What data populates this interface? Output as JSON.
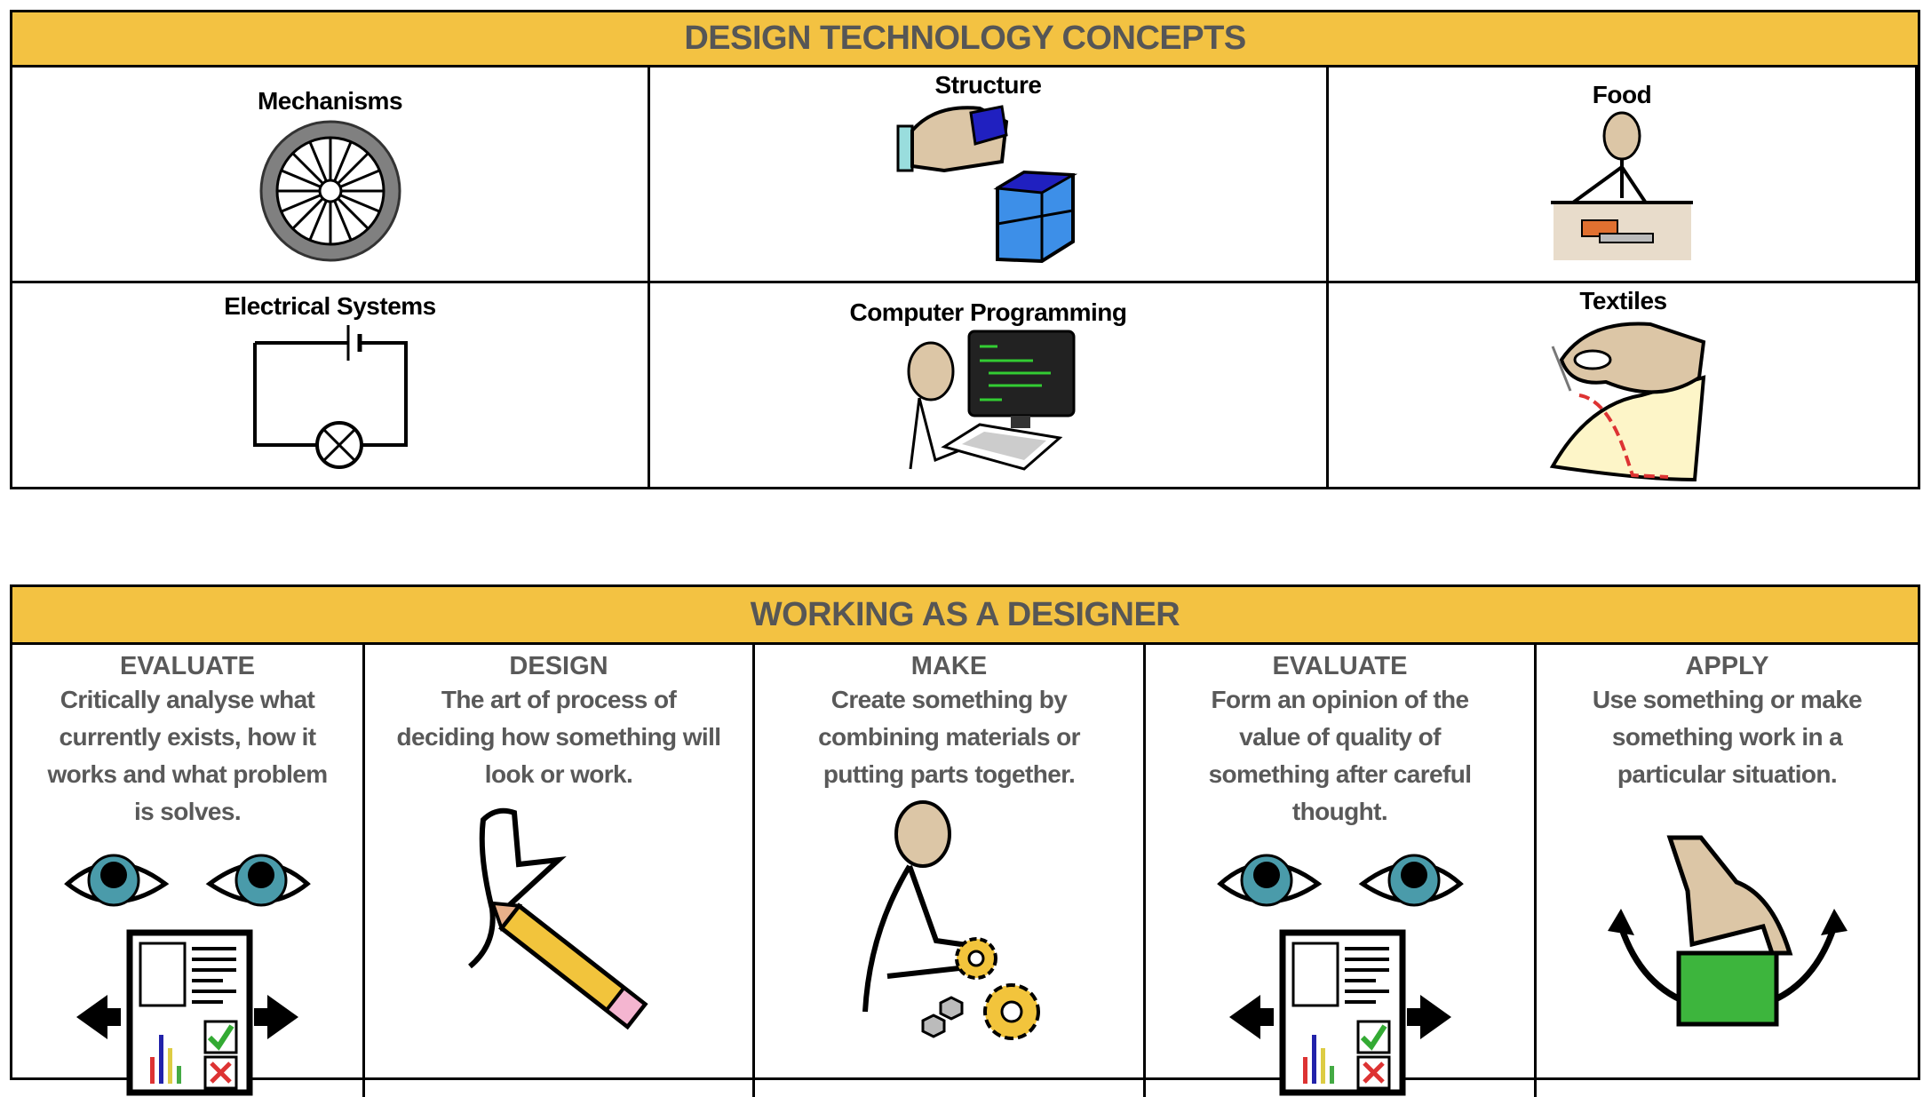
{
  "concepts": {
    "title": "DESIGN TECHNOLOGY CONCEPTS",
    "items": [
      {
        "label": "Mechanisms",
        "icon": "wheel-icon"
      },
      {
        "label": "Structure",
        "icon": "structure-blocks-icon"
      },
      {
        "label": "Food",
        "icon": "food-preparation-icon"
      },
      {
        "label": "Electrical Systems",
        "icon": "circuit-icon"
      },
      {
        "label": "Computer Programming",
        "icon": "computer-programming-icon"
      },
      {
        "label": "Textiles",
        "icon": "sewing-icon"
      }
    ]
  },
  "designer": {
    "title": "WORKING AS A DESIGNER",
    "stages": [
      {
        "title": "EVALUATE",
        "lines": [
          "Critically analyse what",
          "currently exists, how it",
          "works and what problem",
          "is solves."
        ],
        "icon": "evaluate-eyes-report-icon"
      },
      {
        "title": "DESIGN",
        "lines": [
          "The art of process of",
          "deciding how something will",
          "look or work."
        ],
        "icon": "pencil-drawing-icon"
      },
      {
        "title": "MAKE",
        "lines": [
          "Create something by",
          "combining materials or",
          "putting parts together."
        ],
        "icon": "person-gears-icon"
      },
      {
        "title": "EVALUATE",
        "lines": [
          "Form an opinion of the",
          "value of quality of",
          "something after careful",
          "thought."
        ],
        "icon": "evaluate-eyes-report-icon"
      },
      {
        "title": "APPLY",
        "lines": [
          "Use something or make",
          "something work in a",
          "particular situation."
        ],
        "icon": "hand-apply-icon"
      }
    ]
  },
  "colors": {
    "header": "#F3C242",
    "header_text": "#565656",
    "body_text": "#595959"
  }
}
